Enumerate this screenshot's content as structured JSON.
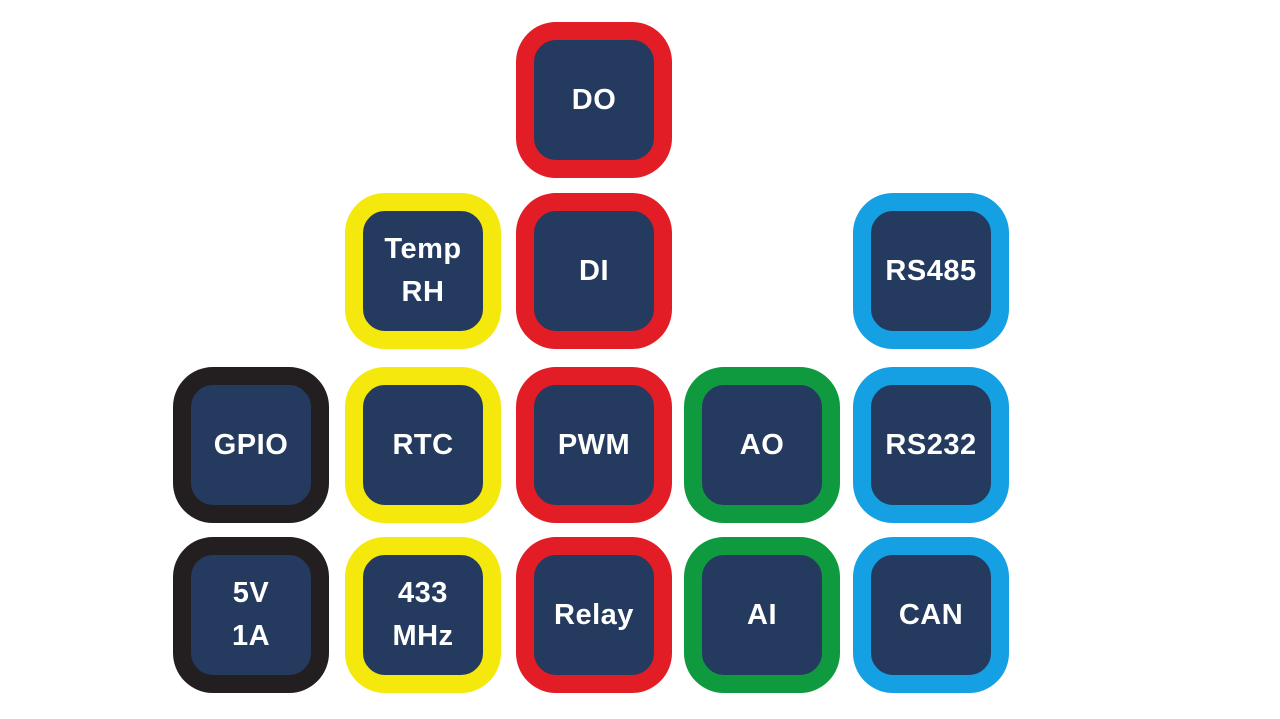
{
  "colors": {
    "tile_fill": "#243a5e",
    "red": "#e21d25",
    "yellow": "#f5e80c",
    "black": "#231f20",
    "green": "#0f9a3f",
    "blue": "#14a0e2"
  },
  "tiles": {
    "do": {
      "label": "DO",
      "color": "red"
    },
    "di": {
      "label": "DI",
      "color": "red"
    },
    "pwm": {
      "label": "PWM",
      "color": "red"
    },
    "relay": {
      "label": "Relay",
      "color": "red"
    },
    "temp_rh": {
      "label": "Temp\nRH",
      "color": "yellow"
    },
    "rtc": {
      "label": "RTC",
      "color": "yellow"
    },
    "mhz433": {
      "label": "433\nMHz",
      "color": "yellow"
    },
    "gpio": {
      "label": "GPIO",
      "color": "black"
    },
    "power": {
      "label": "5V\n1A",
      "color": "black"
    },
    "ao": {
      "label": "AO",
      "color": "green"
    },
    "ai": {
      "label": "AI",
      "color": "green"
    },
    "rs485": {
      "label": "RS485",
      "color": "blue"
    },
    "rs232": {
      "label": "RS232",
      "color": "blue"
    },
    "can": {
      "label": "CAN",
      "color": "blue"
    }
  }
}
